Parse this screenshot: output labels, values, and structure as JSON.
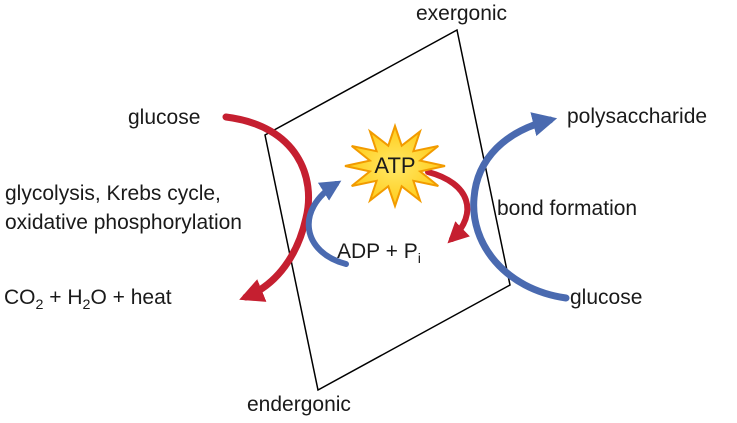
{
  "colors": {
    "red": "#c51f30",
    "blue": "#4a6ab0",
    "star_center": "#ffe866",
    "star_edge": "#ffc60a",
    "star_stroke": "#f29b00",
    "outline": "#000000"
  },
  "labels": {
    "exergonic": "exergonic",
    "endergonic": "endergonic",
    "glucose_left": "glucose",
    "glucose_right": "glucose",
    "polysaccharide": "polysaccharide",
    "bond_formation": "bond formation",
    "pathway_line1": "glycolysis, Krebs cycle,",
    "pathway_line2": "oxidative phosphorylation",
    "atp": "ATP",
    "adp": {
      "base": "ADP + P",
      "sub": "i"
    },
    "products": {
      "p1": "CO",
      "s1": "2",
      "p2": " + H",
      "s2": "2",
      "p3": "O + heat"
    }
  }
}
